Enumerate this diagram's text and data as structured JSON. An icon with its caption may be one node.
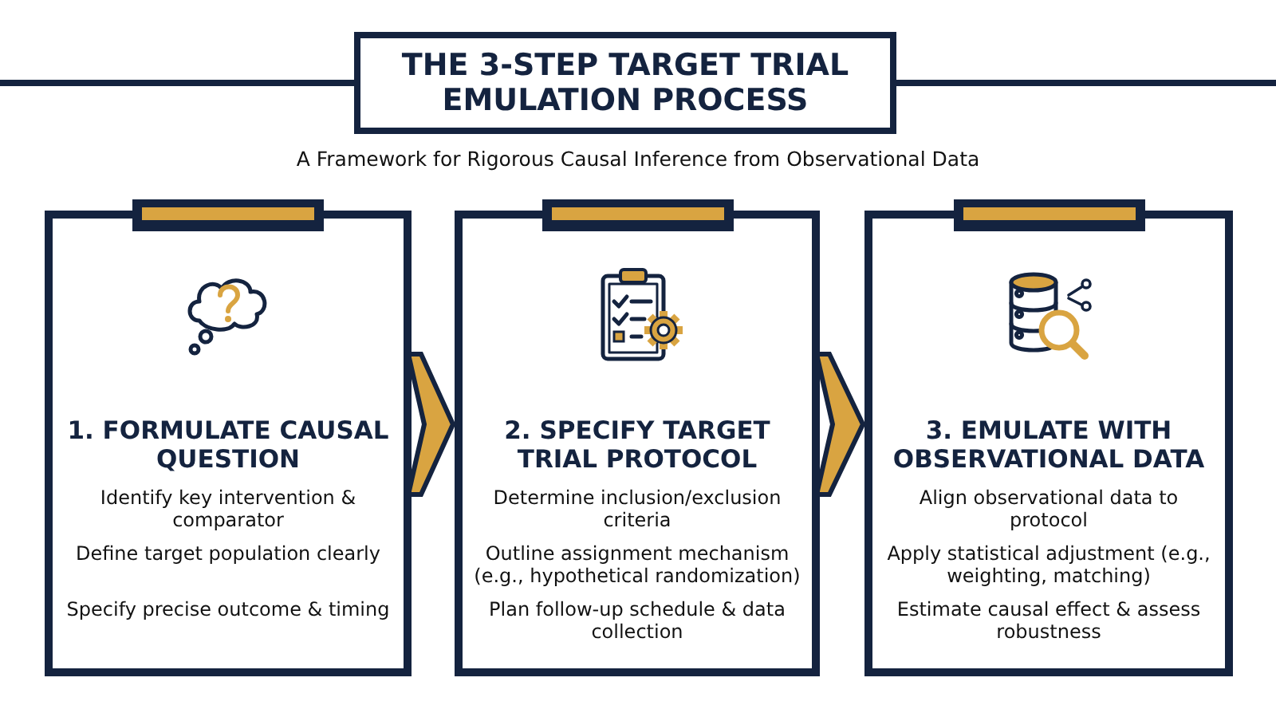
{
  "diagram": {
    "title": "THE 3-STEP TARGET TRIAL EMULATION PROCESS",
    "nodes": [
      {
        "text": [
          "1. FORMULATE CAUSAL QUESTION",
          "Identify key intervention & comparator",
          "Define target population clearly",
          "Specify precise outcome & timing"
        ]
      },
      {
        "text": [
          "2. SPECIFY TARGET TRIAL PROTOCOL",
          "Determine inclusion/exclusion criteria",
          "Outline assignment mechanism (e.g., hypothetical randomization)",
          "Plan follow-up schedule & data collection"
        ]
      },
      {
        "text": [
          "3. EMULATE WITH OBSERVATIONAL DATA",
          "Align observational data to protocol",
          "Apply statistical adjustment (e.g., weighting, matching)",
          "Estimate causal effect & assess robustness"
        ]
      }
    ],
    "edges": [
      {
        "from": 0,
        "to": 1,
        "arrow": "to"
      },
      {
        "from": 1,
        "to": 2,
        "arrow": "to"
      }
    ],
    "labels": [
      "A Framework for Rigorous Causal Inference from Observational Data"
    ]
  }
}
